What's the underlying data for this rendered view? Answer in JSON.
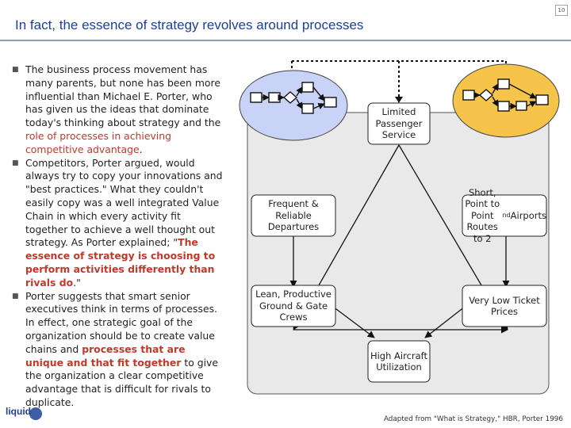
{
  "page": {
    "number": "10"
  },
  "title": "In fact, the essence of strategy revolves around processes",
  "bullets": [
    {
      "t1": "The business process movement has many parents, but none has been more influential than Michael E. Porter, who has given us the ideas that dominate today's thinking about strategy and the ",
      "t2": "role of processes in achieving competitive advantage",
      "t3": "."
    },
    {
      "t1": "Competitors, Porter argued, would always try to copy your innovations and \"best practices.\" What they couldn't easily copy was a well integrated Value Chain in which every activity fit together to achieve a well thought out strategy. As Porter explained; \"",
      "t2": "The essence of strategy is choosing to perform activities differently than rivals do",
      "t3": ".\""
    },
    {
      "t1": "Porter suggests that smart senior executives think in terms of processes. In effect, one strategic goal of the organization should be to create value chains and ",
      "t2": "processes that are unique and that fit together",
      "t3": " to give the organization a clear competitive advantage that is difficult for rivals to duplicate."
    }
  ],
  "diagram": {
    "nodes": {
      "limited": "Limited Passenger Service",
      "frequent": "Frequent & Reliable Departures",
      "short": "Short, Point to Point Routes to 2nd Airports",
      "lean": "Lean, Productive Ground & Gate Crews",
      "low": "Very Low Ticket Prices",
      "high": "High Aircraft Utilization"
    },
    "colors": {
      "left_oval": "#c9d3f7",
      "right_oval": "#f6c44a",
      "panel": "#e9e9e9"
    }
  },
  "logo": "liquid",
  "credit": "Adapted from \"What is Strategy,\" HBR, Porter 1996"
}
